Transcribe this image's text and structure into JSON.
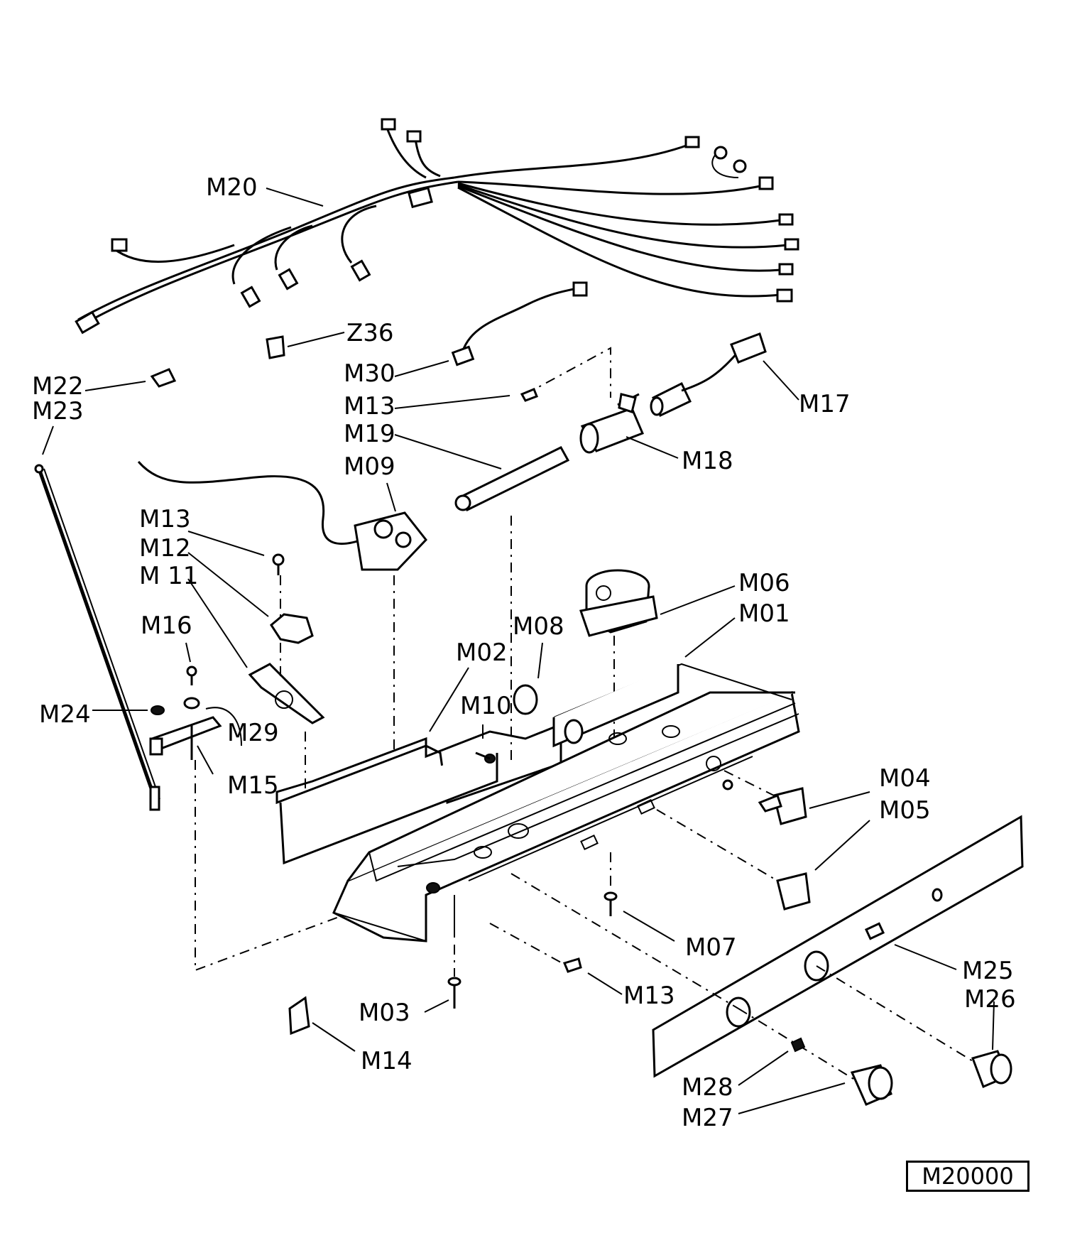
{
  "diagram_code": "M20000",
  "labels": {
    "M20": "M20",
    "Z36": "Z36",
    "M22": "M22",
    "M23": "M23",
    "M30": "M30",
    "M13_top": "M13",
    "M17": "M17",
    "M19": "M19",
    "M18": "M18",
    "M09": "M09",
    "M13_left": "M13",
    "M12": "M12",
    "M11": "M 11",
    "M06": "M06",
    "M01": "M01",
    "M08": "M08",
    "M16": "M16",
    "M02": "M02",
    "M10": "M10",
    "M24": "M24",
    "M29": "M29",
    "M15": "M15",
    "M04": "M04",
    "M05": "M05",
    "M07": "M07",
    "M25": "M25",
    "M26": "M26",
    "M13_bottom": "M13",
    "M03": "M03",
    "M14": "M14",
    "M28": "M28",
    "M27": "M27"
  }
}
